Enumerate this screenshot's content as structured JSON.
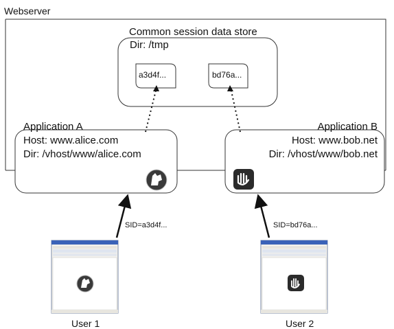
{
  "webserver_label": "Webserver",
  "store": {
    "title": "Common session data store",
    "dir": "Dir: /tmp",
    "file_a": "a3d4f...",
    "file_b": "bd76a..."
  },
  "app_a": {
    "name": "Application A",
    "host": "Host: www.alice.com",
    "dir": "Dir: /vhost/www/alice.com",
    "logo_icon": "wolf-head-logo-icon"
  },
  "app_b": {
    "name": "Application B",
    "host": "Host: www.bob.net",
    "dir": "Dir: /vhost/www/bob.net",
    "logo_icon": "hand-logo-icon"
  },
  "user1": {
    "label": "User 1",
    "sid": "SID=a3d4f..."
  },
  "user2": {
    "label": "User 2",
    "sid": "SID=bd76a..."
  }
}
